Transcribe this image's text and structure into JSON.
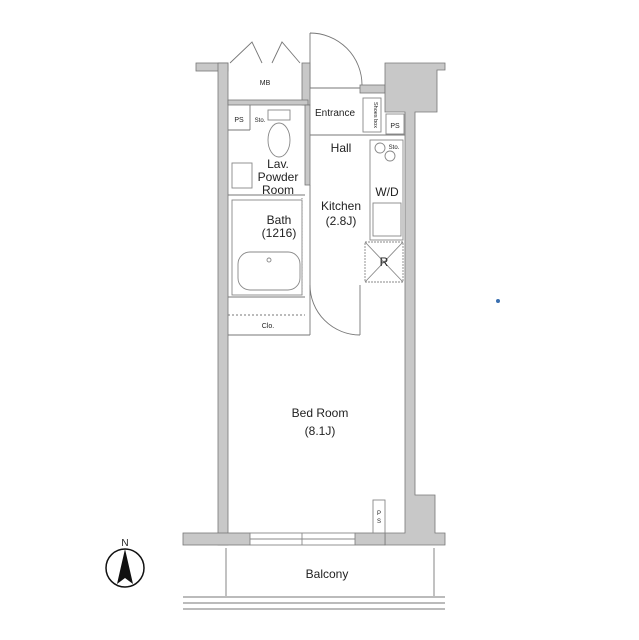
{
  "rooms": {
    "mb": "MB",
    "ps_left": "PS",
    "sto_lav": "Sto.",
    "entrance": "Entrance",
    "shoes_box": "Shoes box",
    "ps_right": "PS",
    "hall": "Hall",
    "sto_kitchen": "Sto.",
    "lav_line1": "Lav.",
    "lav_line2": "Powder",
    "lav_line3": "Room",
    "wd": "W/D",
    "kitchen": "Kitchen",
    "kitchen_size": "(2.8J)",
    "bath": "Bath",
    "bath_size": "(1216)",
    "refrigerator": "R",
    "closet": "Clo.",
    "bedroom": "Bed Room",
    "bedroom_size": "(8.1J)",
    "ps_bottom_1": "P",
    "ps_bottom_2": "S",
    "balcony": "Balcony"
  },
  "compass": {
    "label": "N"
  },
  "colors": {
    "wall": "#c8c8c8",
    "dot": "#3a6fb0"
  }
}
